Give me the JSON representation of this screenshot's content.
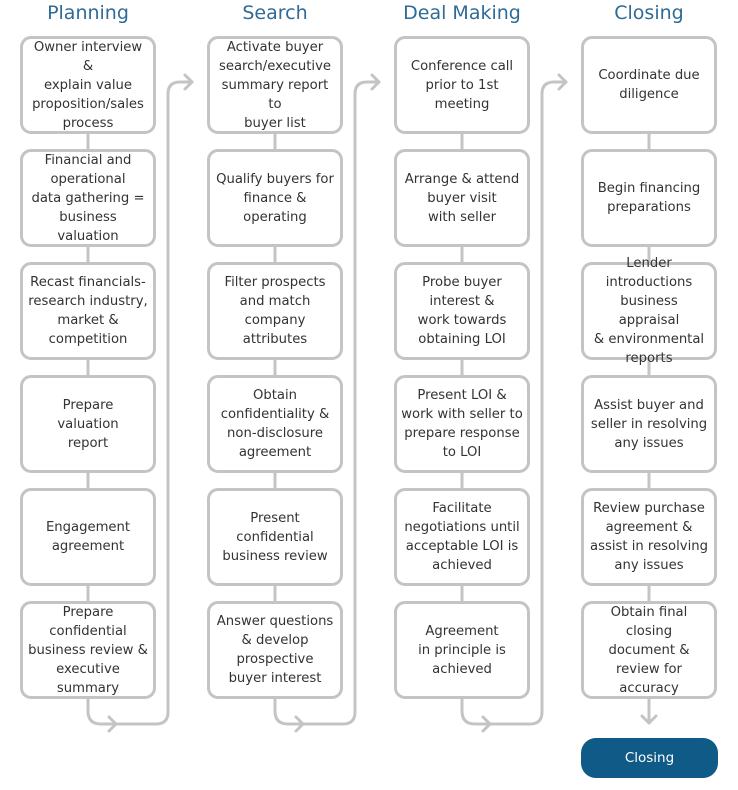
{
  "colors": {
    "title": "#2e6b97",
    "box_border": "#c4c4c4",
    "arrow": "#c4c4c4",
    "final_fill": "#0f5a86",
    "text": "#333333"
  },
  "columns": [
    {
      "title": "Planning",
      "steps": [
        "Owner interview &\nexplain value\nproposition/sales\nprocess",
        "Financial and\noperational\ndata gathering =\nbusiness valuation",
        "Recast financials-\nresearch industry,\nmarket &\ncompetition",
        "Prepare\nvaluation\nreport",
        "Engagement\nagreement",
        "Prepare\nconfidential\nbusiness review &\nexecutive summary"
      ]
    },
    {
      "title": "Search",
      "steps": [
        "Activate buyer\nsearch/executive\nsummary report to\nbuyer list",
        "Qualify buyers for\nfinance &\noperating",
        "Filter prospects\nand match\ncompany\nattributes",
        "Obtain\nconfidentiality &\nnon-disclosure\nagreement",
        "Present\nconfidential\nbusiness review",
        "Answer questions\n& develop\nprospective\nbuyer interest"
      ]
    },
    {
      "title": "Deal Making",
      "steps": [
        "Conference call\nprior to 1st meeting",
        "Arrange & attend\nbuyer visit\nwith seller",
        "Probe buyer\ninterest &\nwork towards\nobtaining LOI",
        "Present LOI &\nwork with seller to\nprepare response\nto LOI",
        "Facilitate\nnegotiations until\nacceptable LOI is\nachieved",
        "Agreement\nin principle is\nachieved"
      ]
    },
    {
      "title": "Closing",
      "steps": [
        "Coordinate due\ndiligence",
        "Begin financing\npreparations",
        "Lender introductions\nbusiness appraisal\n& environmental\nreports",
        "Assist buyer and\nseller in resolving\nany issues",
        "Review purchase\nagreement &\nassist in resolving\nany issues",
        "Obtain final closing\ndocument &\nreview for accuracy"
      ]
    }
  ],
  "final_step": {
    "label": "Closing"
  }
}
